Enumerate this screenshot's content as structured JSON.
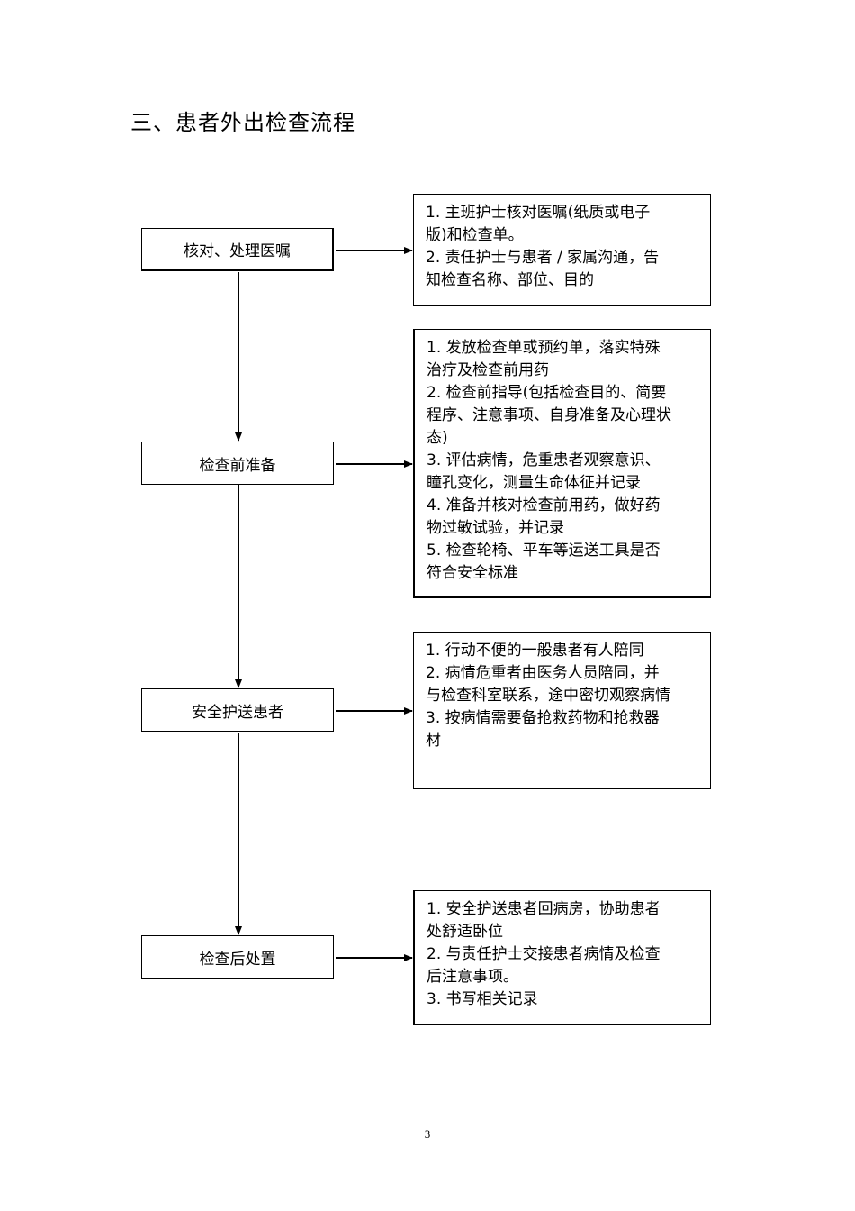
{
  "title": "三、患者外出检查流程",
  "steps": [
    {
      "label": "核对、处理医嘱",
      "details": [
        "1. 主班护士核对医嘱(纸质或电子",
        "版)和检查单。",
        "2. 责任护士与患者 / 家属沟通，告",
        "知检查名称、部位、目的"
      ]
    },
    {
      "label": "检查前准备",
      "details": [
        "1. 发放检查单或预约单，落实特殊",
        "治疗及检查前用药",
        "2. 检查前指导(包括检查目的、简要",
        "程序、注意事项、自身准备及心理状",
        "态)",
        "3. 评估病情，危重患者观察意识、",
        "瞳孔变化，测量生命体征并记录",
        "4. 准备并核对检查前用药，做好药",
        "物过敏试验，并记录",
        "5. 检查轮椅、平车等运送工具是否",
        "符合安全标准"
      ]
    },
    {
      "label": "安全护送患者",
      "details": [
        "1. 行动不便的一般患者有人陪同",
        "2. 病情危重者由医务人员陪同，并",
        "与检查科室联系，途中密切观察病情",
        "3. 按病情需要备抢救药物和抢救器",
        "材"
      ]
    },
    {
      "label": "检查后处置",
      "details": [
        "1. 安全护送患者回病房，协助患者",
        "处舒适卧位",
        "2. 与责任护士交接患者病情及检查",
        "后注意事项。",
        "3. 书写相关记录"
      ]
    }
  ],
  "page_number": "3"
}
